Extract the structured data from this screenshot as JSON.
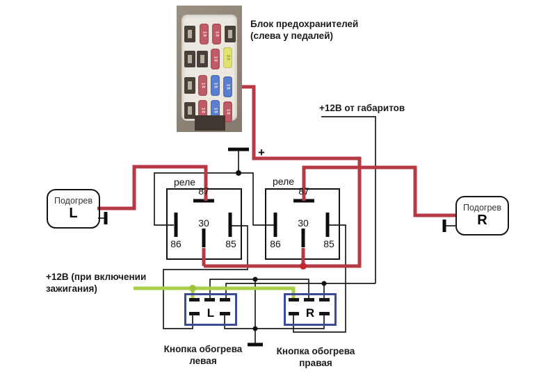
{
  "fuse_block": {
    "caption_line1": "Блок предохранителей",
    "caption_line2": "(слева у педалей)",
    "rows": [
      [
        "10",
        "10"
      ],
      [
        "10",
        "20"
      ],
      [
        "15",
        "15",
        "15"
      ],
      [
        "10",
        "15",
        "10"
      ]
    ]
  },
  "labels": {
    "gabarity": "+12В от габаритов",
    "ignition_line1": "+12В (при включении",
    "ignition_line2": "зажигания)",
    "plus": "+"
  },
  "relays": {
    "label": "реле",
    "pins": {
      "p87": "87",
      "p30": "30",
      "p86": "86",
      "p85": "85"
    }
  },
  "heaters": {
    "left": {
      "title": "Подогрев",
      "letter": "L"
    },
    "right": {
      "title": "Подогрев",
      "letter": "R"
    }
  },
  "buttons": {
    "left": {
      "letter": "L",
      "caption_line1": "Кнопка обогрева",
      "caption_line2": "левая"
    },
    "right": {
      "letter": "R",
      "caption_line1": "Кнопка обогрева",
      "caption_line2": "правая"
    }
  },
  "colors": {
    "wire_power_red": "#b63a44",
    "wire_ignition_green": "#a9ce4a",
    "button_border_navy": "#3c4a9a",
    "fuse_red": "#c05a66",
    "fuse_blue": "#5b7fd0",
    "fuse_yellow": "#e2e470"
  }
}
